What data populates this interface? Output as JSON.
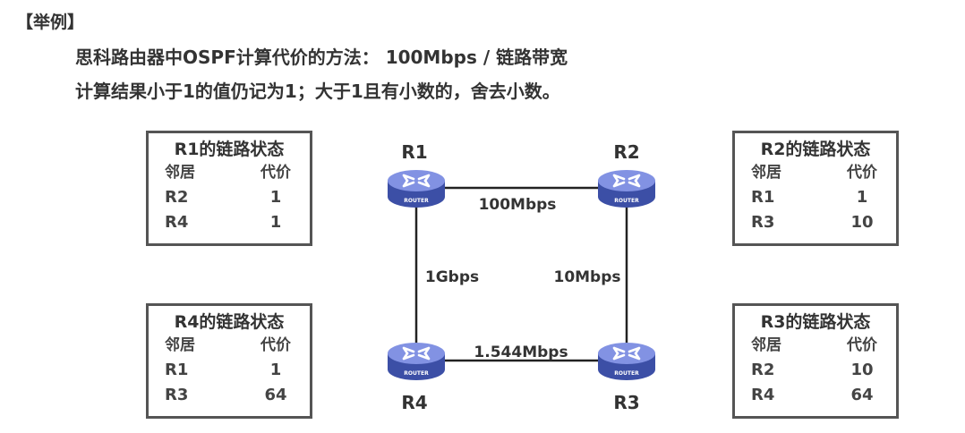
{
  "heading": "【举例】",
  "line1": "思科路由器中OSPF计算代价的方法： 100Mbps / 链路带宽",
  "line2": "计算结果小于1的值仍记为1；大于1且有小数的，舍去小数。",
  "router_icon_text": "ROUTER",
  "routers": {
    "r1": "R1",
    "r2": "R2",
    "r3": "R3",
    "r4": "R4"
  },
  "links": {
    "r1_r2": "100Mbps",
    "r1_r4": "1Gbps",
    "r2_r3": "10Mbps",
    "r4_r3": "1.544Mbps"
  },
  "tables": {
    "r1": {
      "title": "R1的链路状态",
      "col1": "邻居",
      "col2": "代价",
      "rows": [
        {
          "n": "R2",
          "c": "1"
        },
        {
          "n": "R4",
          "c": "1"
        }
      ]
    },
    "r2": {
      "title": "R2的链路状态",
      "col1": "邻居",
      "col2": "代价",
      "rows": [
        {
          "n": "R1",
          "c": "1"
        },
        {
          "n": "R3",
          "c": "10"
        }
      ]
    },
    "r3": {
      "title": "R3的链路状态",
      "col1": "邻居",
      "col2": "代价",
      "rows": [
        {
          "n": "R2",
          "c": "10"
        },
        {
          "n": "R4",
          "c": "64"
        }
      ]
    },
    "r4": {
      "title": "R4的链路状态",
      "col1": "邻居",
      "col2": "代价",
      "rows": [
        {
          "n": "R1",
          "c": "1"
        },
        {
          "n": "R3",
          "c": "64"
        }
      ]
    }
  },
  "colors": {
    "router_body": "#4a5fb8",
    "router_top": "#7f8fe0",
    "link": "#222222"
  }
}
